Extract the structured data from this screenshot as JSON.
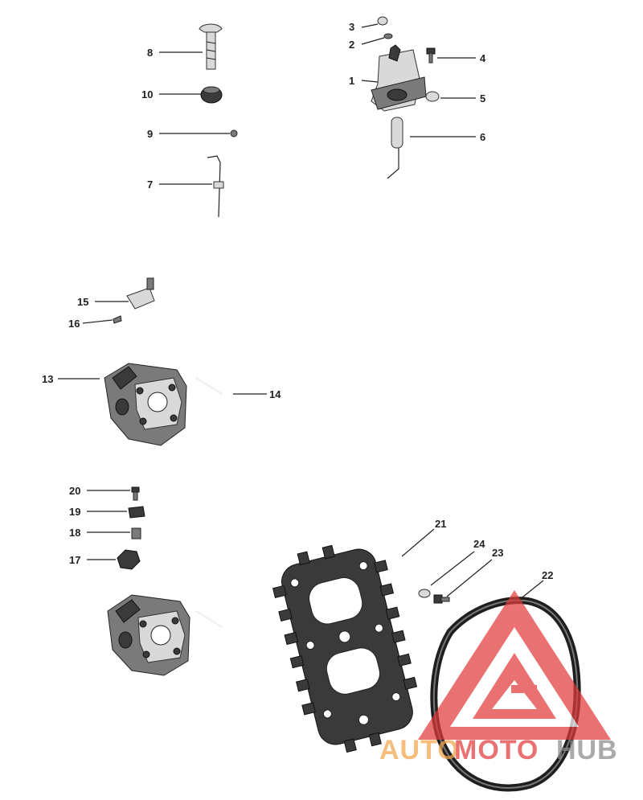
{
  "callouts": {
    "c1": "1",
    "c2": "2",
    "c3": "3",
    "c4": "4",
    "c5": "5",
    "c6": "6",
    "c7": "7",
    "c8": "8",
    "c9": "9",
    "c10": "10",
    "c13": "13",
    "c14": "14",
    "c15": "15",
    "c16": "16",
    "c17": "17",
    "c18": "18",
    "c19": "19",
    "c20": "20",
    "c21": "21",
    "c22": "22",
    "c23": "23",
    "c24": "24"
  },
  "watermark": {
    "part1": "AUTO",
    "part2": "MOTO",
    "part3": "HUB",
    "colors": {
      "red": "#e23b3b",
      "orange": "#f2a64a",
      "gray": "#8a8a8a"
    }
  }
}
